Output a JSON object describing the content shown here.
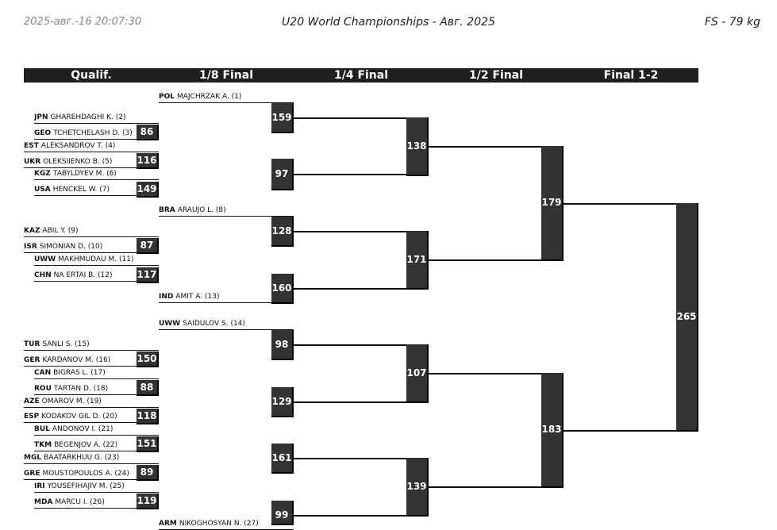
{
  "header": {
    "datetime": "2025-авг.-16 20:07:30",
    "title": "U20 World Championships - Авг. 2025",
    "category": "FS - 79 kg"
  },
  "rounds": [
    "Qualif.",
    "1/8 Final",
    "1/4 Final",
    "1/2 Final",
    "Final 1-2"
  ],
  "entries": [
    {
      "nat": "POL",
      "name": "MAJCHRZAK A. (1)"
    },
    {
      "nat": "JPN",
      "name": "GHAREHDAGHI K. (2)"
    },
    {
      "nat": "GEO",
      "name": "TCHETCHELASH D. (3)"
    },
    {
      "nat": "EST",
      "name": "ALEKSANDROV T. (4)"
    },
    {
      "nat": "UKR",
      "name": "OLEKSIIENKO B. (5)"
    },
    {
      "nat": "KGZ",
      "name": "TABYLDYEV M. (6)"
    },
    {
      "nat": "USA",
      "name": "HENCKEL W. (7)"
    },
    {
      "nat": "BRA",
      "name": "ARAUJO L. (8)"
    },
    {
      "nat": "KAZ",
      "name": "ABIL Y. (9)"
    },
    {
      "nat": "ISR",
      "name": "SIMONIAN D. (10)"
    },
    {
      "nat": "UWW",
      "name": "MAKHMUDAU M. (11)"
    },
    {
      "nat": "CHN",
      "name": "NA ERTAI B. (12)"
    },
    {
      "nat": "IND",
      "name": "AMIT A. (13)"
    },
    {
      "nat": "UWW",
      "name": "SAIDULOV S. (14)"
    },
    {
      "nat": "TUR",
      "name": "SANLI S. (15)"
    },
    {
      "nat": "GER",
      "name": "KARDANOV M. (16)"
    },
    {
      "nat": "CAN",
      "name": "BIGRAS L. (17)"
    },
    {
      "nat": "ROU",
      "name": "TARTAN D. (18)"
    },
    {
      "nat": "AZE",
      "name": "OMAROV M. (19)"
    },
    {
      "nat": "ESP",
      "name": "KODAKOV GIL D. (20)"
    },
    {
      "nat": "BUL",
      "name": "ANDONOV I. (21)"
    },
    {
      "nat": "TKM",
      "name": "BEGENJOV A. (22)"
    },
    {
      "nat": "MGL",
      "name": "BAATARKHUU G. (23)"
    },
    {
      "nat": "GRE",
      "name": "MOUSTOPOULOS A. (24)"
    },
    {
      "nat": "IRI",
      "name": "YOUSEFIHAJIV M. (25)"
    },
    {
      "nat": "MDA",
      "name": "MARCU I. (26)"
    },
    {
      "nat": "ARM",
      "name": "NIKOGHOSYAN N. (27)"
    }
  ],
  "bouts": {
    "q1": "86",
    "q2": "116",
    "q3": "149",
    "q4": "87",
    "q5": "117",
    "q6": "150",
    "q7": "88",
    "q8": "118",
    "q9": "151",
    "q10": "89",
    "q11": "119",
    "e1": "159",
    "e2": "97",
    "e3": "128",
    "e4": "160",
    "e5": "98",
    "e6": "129",
    "e7": "161",
    "e8": "99",
    "f1": "138",
    "f2": "171",
    "f3": "107",
    "f4": "139",
    "s1": "179",
    "s2": "183",
    "final": "265"
  }
}
